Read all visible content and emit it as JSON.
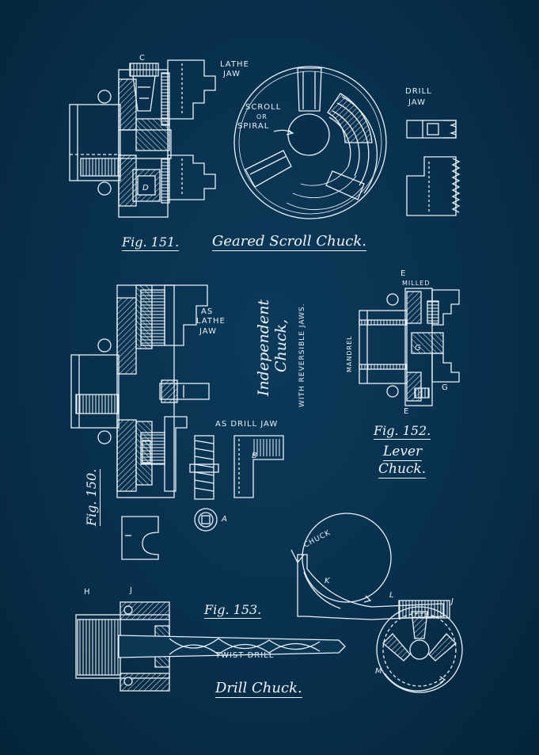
{
  "fig151": {
    "caption_fig": "Fig. 151.",
    "caption_title": "Geared Scroll Chuck.",
    "label_c": "C",
    "label_d": "D",
    "lathe_jaw_1": "LATHE",
    "lathe_jaw_2": "JAW",
    "scroll_1": "SCROLL",
    "scroll_2": "OR",
    "scroll_3": "SPIRAL",
    "drill_jaw_1": "DRILL",
    "drill_jaw_2": "JAW"
  },
  "fig150": {
    "caption_fig": "Fig. 150.",
    "title_1": "Independent",
    "title_2": "Chuck,",
    "subtitle": "WITH REVERSIBLE JAWS.",
    "as_lathe_1": "AS",
    "as_lathe_2": "LATHE",
    "as_lathe_3": "JAW",
    "as_drill_jaw": "AS DRILL JAW",
    "label_b": "B",
    "label_a": "A"
  },
  "fig152": {
    "caption_fig": "Fig. 152.",
    "caption_1": "Lever",
    "caption_2": "Chuck.",
    "label_e_top": "E",
    "milled": "MILLED",
    "mandrel": "MANDREL",
    "label_g_inner": "G",
    "label_g": "G",
    "label_e_bottom": "E"
  },
  "fig153": {
    "caption_fig": "Fig. 153.",
    "caption_title": "Drill Chuck.",
    "label_h": "H",
    "label_j_left": "J",
    "twist_drill": "TWIST DRILL",
    "chuck": "CHUCK",
    "label_k": "K",
    "label_l": "L",
    "label_j_right": "J",
    "label_m": "M"
  },
  "colors": {
    "background": "#072f4a",
    "ink": "#e9f1f6"
  }
}
